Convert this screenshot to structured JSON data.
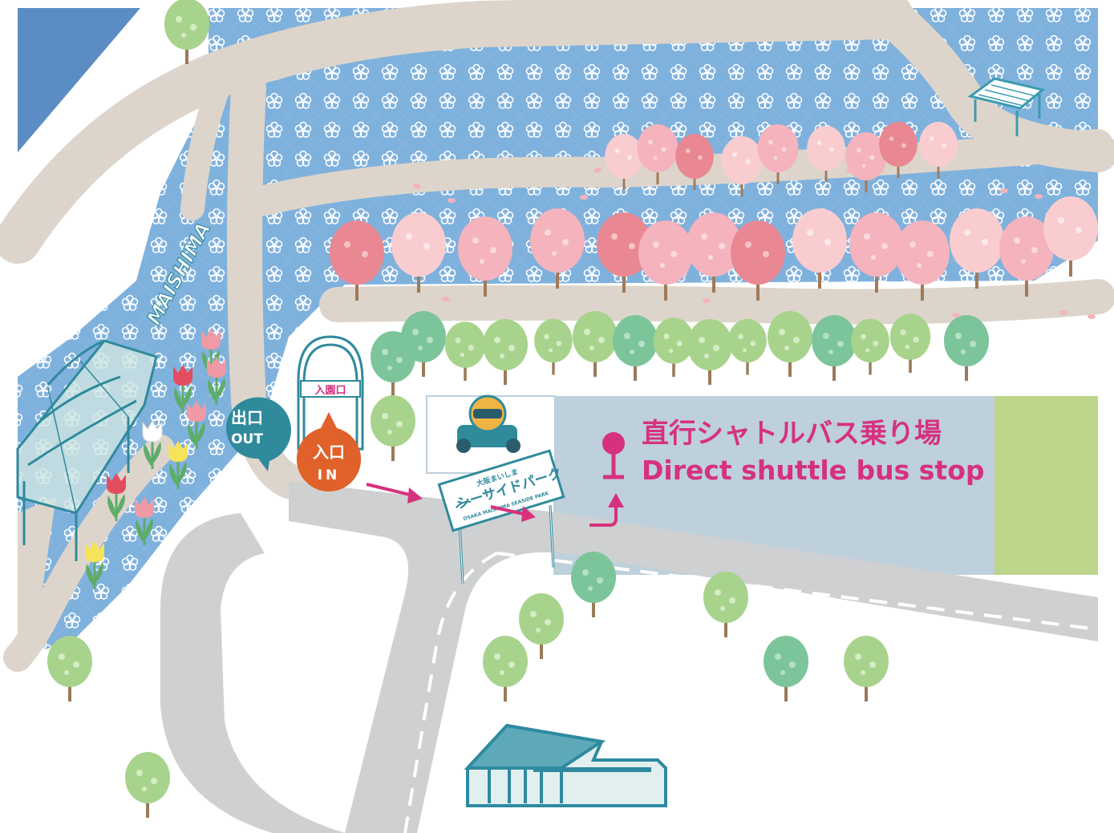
{
  "labels": {
    "park_name_vertical": "MAISHIMA",
    "gate_sign": "入園口",
    "exit_jp": "出口",
    "exit_en": "OUT",
    "entrance_jp": "入口",
    "entrance_en": "IN",
    "park_sign_small": "大阪まいしま",
    "park_sign_main": "シーサイドパーク",
    "park_sign_en": "OSAKA MAISHIMA SEASIDE PARK",
    "bus_stop_jp": "直行シャトルバス乗り場",
    "bus_stop_en": "Direct shuttle bus stop"
  },
  "colors": {
    "sea": "#5b8dc4",
    "flower_field": "#7fb1dd",
    "path": "#ddd5cb",
    "road": "#cfd0d2",
    "parking": "#bdd0dc",
    "grass": "#bcd58a",
    "bus_magenta": "#d6317e",
    "entrance_orange": "#e0622a",
    "exit_teal": "#2f8a9c",
    "building_teal": "#2e8aa0"
  },
  "icons": {
    "pin": "map-pin-icon",
    "arrow": "direction-arrow-icon",
    "kart": "go-kart-driver-icon"
  }
}
